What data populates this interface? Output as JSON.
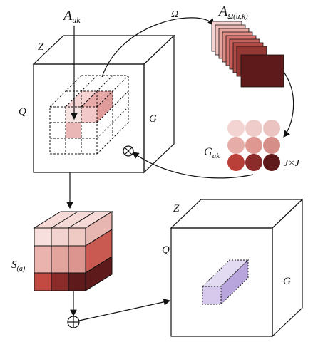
{
  "labels": {
    "a_uk": "A",
    "a_uk_sub": "uk",
    "omega": "Ω",
    "a_omega": "A",
    "a_omega_sub": "Ω(u,k)",
    "z_top": "Z",
    "q_top": "Q",
    "g_top": "G",
    "g_uk": "G",
    "g_uk_sub": "uk",
    "jxj": "J×J",
    "s_a": "S",
    "s_a_sub": "(a)",
    "z_bottom": "Z",
    "q_bottom": "Q",
    "g_bottom": "G"
  },
  "colors": {
    "red_dark": "#5e1a1a",
    "red_mid": "#b0403c",
    "red_light": "#dea09a",
    "red_pale": "#f2d6d3",
    "purple_light": "#ddd6ee",
    "purple_mid": "#c6b7e0"
  }
}
